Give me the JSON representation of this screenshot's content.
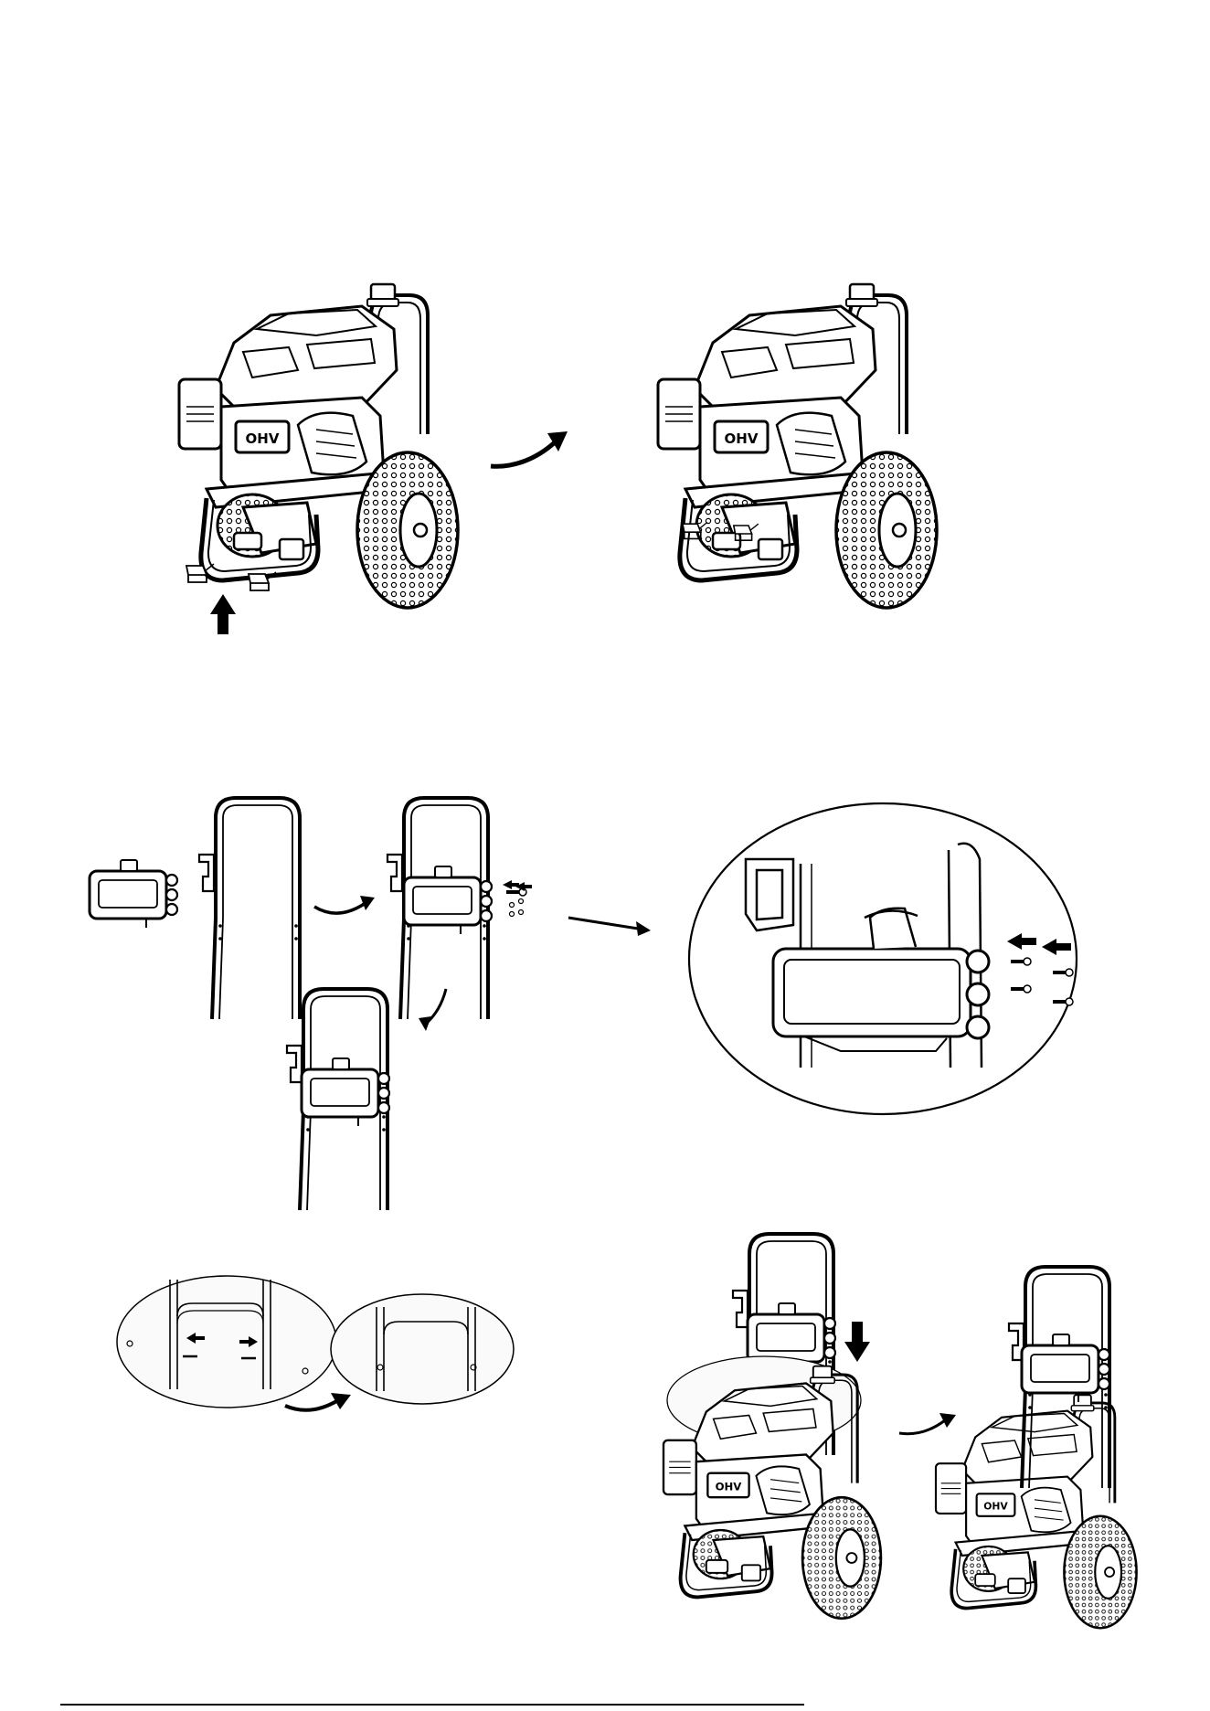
{
  "document": {
    "type": "assembly-instructions",
    "colors": {
      "ink": "#000000",
      "paper": "#ffffff",
      "ellipse_fill": "#fafafa"
    }
  },
  "engine_badge": {
    "text": "OHV"
  },
  "icons": {
    "arrow_straight": "black-block-arrow",
    "arrow_curved": "curved-arrow",
    "bolt": "bolt",
    "foot": "rubber-foot"
  }
}
